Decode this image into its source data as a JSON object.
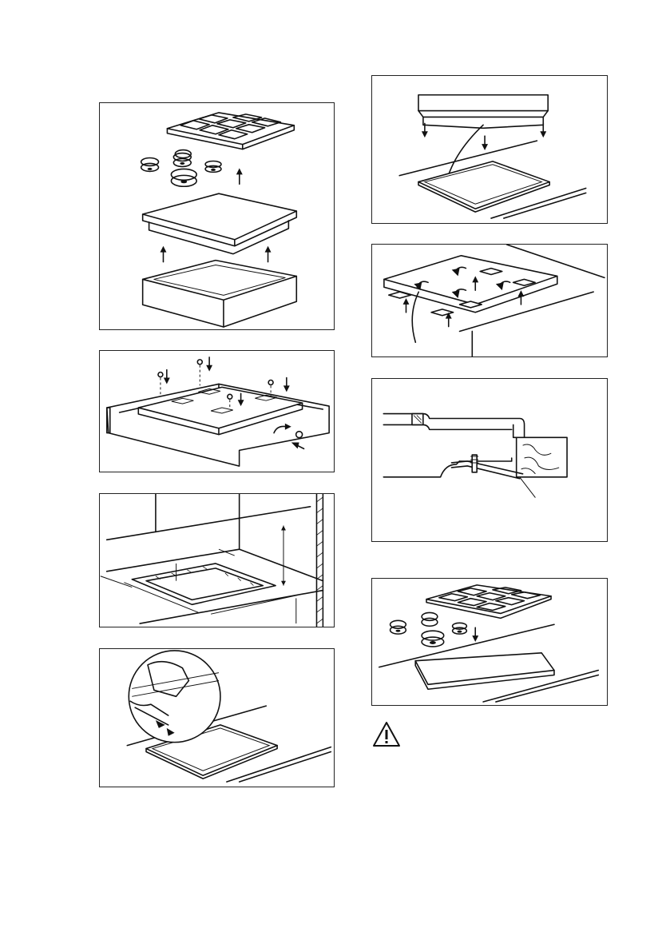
{
  "page": {
    "figures": [
      {
        "id": "remove-parts",
        "description_icon": "exploded-hob-icon"
      },
      {
        "id": "fasten-brackets",
        "description_icon": "screw-bracket-icon"
      },
      {
        "id": "cutout-dimensions",
        "description_icon": "worktop-cutout-icon"
      },
      {
        "id": "apply-seal",
        "description_icon": "seal-strip-icon"
      },
      {
        "id": "lower-hob",
        "description_icon": "hob-insert-icon"
      },
      {
        "id": "tighten-brackets",
        "description_icon": "bracket-rotate-icon"
      },
      {
        "id": "section-detail",
        "description_icon": "cross-section-icon"
      },
      {
        "id": "refit-parts",
        "description_icon": "pan-supports-icon"
      }
    ],
    "warning_icon": "warning-triangle-icon"
  }
}
